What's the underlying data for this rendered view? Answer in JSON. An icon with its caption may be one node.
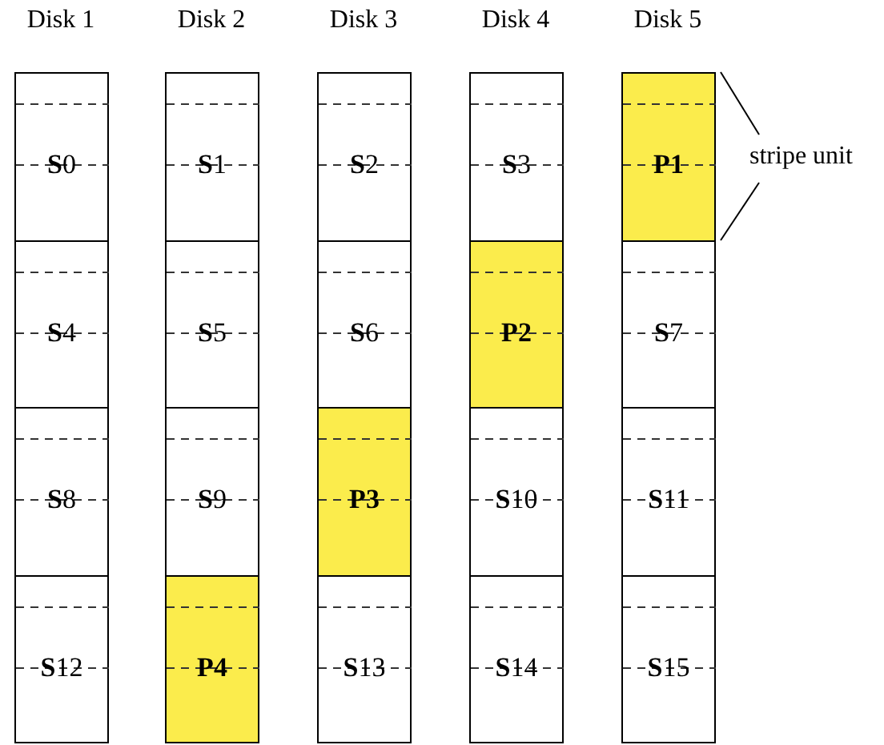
{
  "diagram": {
    "nodes": [
      {
        "text": [
          "**S**0"
        ]
      },
      {
        "text": [
          "**S**1"
        ]
      },
      {
        "text": [
          "**S**2"
        ]
      },
      {
        "text": [
          "**S**3"
        ]
      },
      {
        "text": [
          "P1"
        ]
      },
      {
        "text": [
          "**S**4"
        ]
      },
      {
        "text": [
          "**S**5"
        ]
      },
      {
        "text": [
          "**S**6"
        ]
      },
      {
        "text": [
          "P2"
        ]
      },
      {
        "text": [
          "**S**7"
        ]
      },
      {
        "text": [
          "**S**8"
        ]
      },
      {
        "text": [
          "**S**9"
        ]
      },
      {
        "text": [
          "P3"
        ]
      },
      {
        "text": [
          "**S**10"
        ]
      },
      {
        "text": [
          "**S**11"
        ]
      },
      {
        "text": [
          "**S**12"
        ]
      },
      {
        "text": [
          "P4"
        ]
      },
      {
        "text": [
          "**S**13"
        ]
      },
      {
        "text": [
          "**S**14"
        ]
      },
      {
        "text": [
          "**S**15"
        ]
      }
    ],
    "labels": [
      "Disk 1",
      "Disk 2",
      "Disk 3",
      "Disk 4",
      "Disk 5",
      "stripe unit"
    ]
  }
}
